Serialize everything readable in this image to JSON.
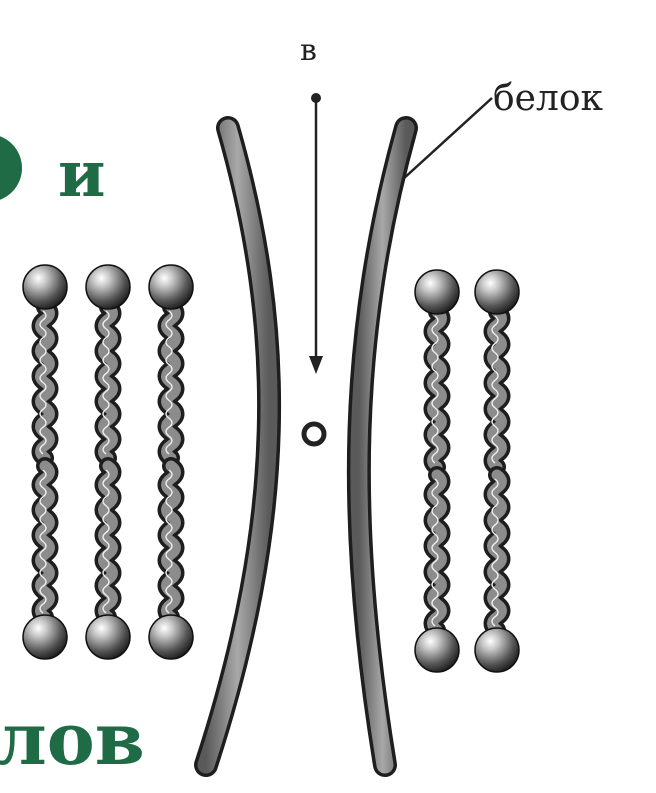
{
  "labels": {
    "top_letter": "в",
    "protein": "белок"
  },
  "heading_fragments": {
    "upper": "и",
    "lower": "лов"
  },
  "colors": {
    "heading_green": "#1f6b45",
    "ink": "#222222",
    "channel_fill": "#8a8a8a",
    "channel_stroke": "#1e1e1e",
    "lipid_head": "#6e6e6e",
    "lipid_tail": "#8c8c8c"
  },
  "icons": {
    "lipid": "phospholipid-icon",
    "particle": "particle-icon",
    "arrow": "arrow-down-icon"
  }
}
